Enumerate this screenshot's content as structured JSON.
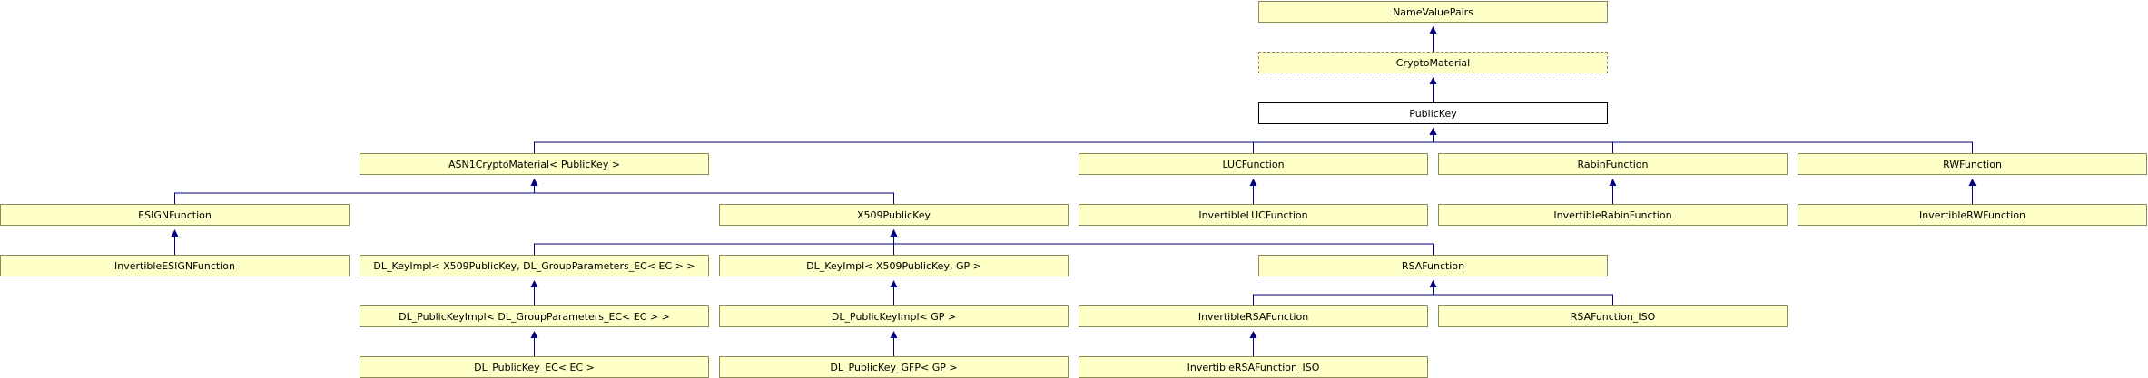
{
  "diagram": {
    "nodes": {
      "namevaluepairs": "NameValuePairs",
      "cryptomaterial": "CryptoMaterial",
      "publickey": "PublicKey",
      "asn1cryptomaterial": "ASN1CryptoMaterial< PublicKey >",
      "lucfunction": "LUCFunction",
      "rabinfunction": "RabinFunction",
      "rwfunction": "RWFunction",
      "esignfunction": "ESIGNFunction",
      "x509publickey": "X509PublicKey",
      "invertiblelucfunction": "InvertibleLUCFunction",
      "invertiblerabinfunction": "InvertibleRabinFunction",
      "invertiblerwfunction": "InvertibleRWFunction",
      "invertibleesignfunction": "InvertibleESIGNFunction",
      "dl_keyimpl_ec": "DL_KeyImpl< X509PublicKey, DL_GroupParameters_EC< EC > >",
      "dl_keyimpl_gp": "DL_KeyImpl< X509PublicKey, GP >",
      "rsafunction": "RSAFunction",
      "dl_publickeyimpl_ec": "DL_PublicKeyImpl< DL_GroupParameters_EC< EC > >",
      "dl_publickeyimpl_gp": "DL_PublicKeyImpl< GP >",
      "invertiblersafunction": "InvertibleRSAFunction",
      "rsafunction_iso": "RSAFunction_ISO",
      "dl_publickey_ec": "DL_PublicKey_EC< EC >",
      "dl_publickey_gfp": "DL_PublicKey_GFP< GP >",
      "invertiblersafunction_iso": "InvertibleRSAFunction_ISO"
    },
    "edges": [
      [
        "cryptomaterial",
        "namevaluepairs"
      ],
      [
        "publickey",
        "cryptomaterial"
      ],
      [
        "asn1cryptomaterial",
        "publickey"
      ],
      [
        "lucfunction",
        "publickey"
      ],
      [
        "rabinfunction",
        "publickey"
      ],
      [
        "rwfunction",
        "publickey"
      ],
      [
        "esignfunction",
        "asn1cryptomaterial"
      ],
      [
        "x509publickey",
        "asn1cryptomaterial"
      ],
      [
        "invertiblelucfunction",
        "lucfunction"
      ],
      [
        "invertiblerabinfunction",
        "rabinfunction"
      ],
      [
        "invertiblerwfunction",
        "rwfunction"
      ],
      [
        "invertibleesignfunction",
        "esignfunction"
      ],
      [
        "dl_keyimpl_ec",
        "x509publickey"
      ],
      [
        "dl_keyimpl_gp",
        "x509publickey"
      ],
      [
        "rsafunction",
        "x509publickey"
      ],
      [
        "dl_publickeyimpl_ec",
        "dl_keyimpl_ec"
      ],
      [
        "dl_publickeyimpl_gp",
        "dl_keyimpl_gp"
      ],
      [
        "invertiblersafunction",
        "rsafunction"
      ],
      [
        "rsafunction_iso",
        "rsafunction"
      ],
      [
        "dl_publickey_ec",
        "dl_publickeyimpl_ec"
      ],
      [
        "dl_publickey_gfp",
        "dl_publickeyimpl_gp"
      ],
      [
        "invertiblersafunction_iso",
        "invertiblersafunction"
      ]
    ],
    "colors": {
      "node_fill": "#ffffc8",
      "node_border": "#8b8b55",
      "current_node_border": "#000000",
      "current_node_fill": "#ffffff",
      "edge": "#000080"
    }
  }
}
